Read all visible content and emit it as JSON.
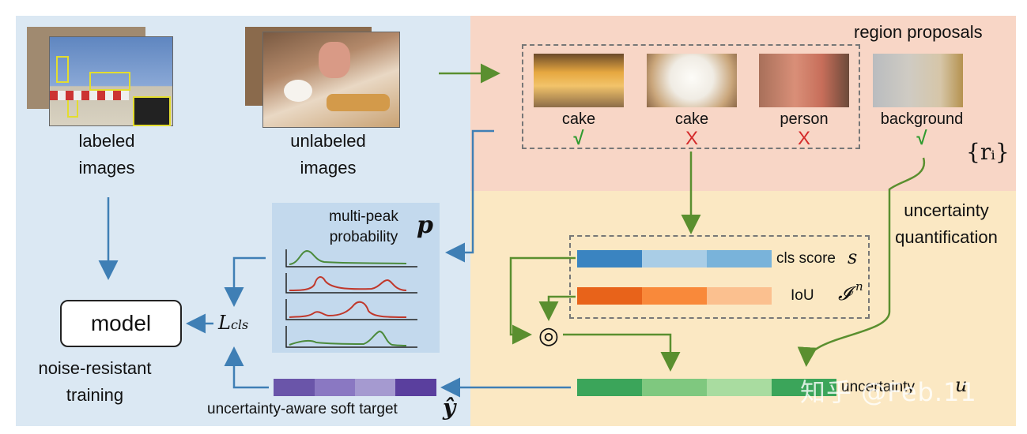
{
  "labels": {
    "labeled_images": "labeled\nimages",
    "unlabeled_images": "unlabeled\nimages",
    "region_proposals": "region proposals",
    "uncertainty_quantification": "uncertainty\nquantification",
    "multi_peak_probability": "multi-peak\nprobability",
    "p_symbol": "p",
    "model": "model",
    "noise_resistant_training": "noise-resistant\ntraining",
    "l_cls": "L",
    "l_cls_sub": "cls",
    "soft_target": "uncertainty-aware soft target",
    "y_hat": "ŷ",
    "cls_score": "cls score",
    "cls_score_symbol": "s",
    "iou": "IoU",
    "iou_symbol": "𝓘",
    "iou_sup": "n",
    "uncertainty": "uncertainty",
    "uncertainty_symbol": "u",
    "ri_set": "{rᵢ}",
    "hadamard": "◎",
    "watermark": "知乎 @Feb.11"
  },
  "proposals": [
    {
      "label": "cake",
      "mark": "√",
      "correct": true
    },
    {
      "label": "cake",
      "mark": "X",
      "correct": false
    },
    {
      "label": "person",
      "mark": "X",
      "correct": false
    },
    {
      "label": "background",
      "mark": "√",
      "correct": true
    }
  ],
  "colors": {
    "left_panel": "#dbe8f3",
    "proposal_panel": "#f8d6c6",
    "quantification_panel": "#fbe8c3",
    "arrow_green": "#5a8f2f",
    "arrow_blue": "#3f7fb5",
    "cls_score_bar": [
      "#3a84c1",
      "#a9cde6",
      "#79b3da"
    ],
    "iou_bar": [
      "#e8631a",
      "#f9893a",
      "#fbc08f"
    ],
    "uncertainty_bar": [
      "#3ba55a",
      "#7fc87f",
      "#a9dca0",
      "#3ba55a"
    ],
    "soft_target_bar": [
      "#6a55a9",
      "#8a78c2",
      "#a59ad0",
      "#5a3f9e"
    ]
  }
}
